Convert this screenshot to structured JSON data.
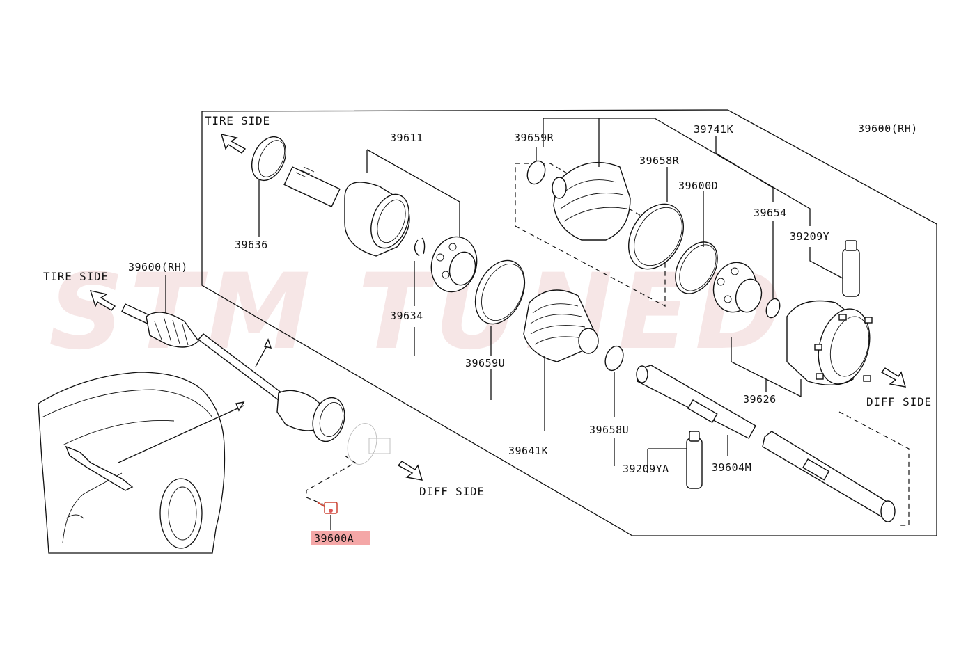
{
  "watermark": "STM TUNED",
  "colors": {
    "highlight": "#f4a7a7",
    "line": "#111111",
    "watermark": "#f6e4e4"
  },
  "labels": {
    "tire_side_top": "TIRE SIDE",
    "tire_side_left": "TIRE SIDE",
    "diff_side_right": "DIFF SIDE",
    "diff_side_bottom": "DIFF SIDE",
    "p39611": "39611",
    "p39636": "39636",
    "p39634": "39634",
    "p39659R": "39659R",
    "p39658R": "39658R",
    "p39741K": "39741K",
    "p39600RH_top": "39600(RH)",
    "p39600D": "39600D",
    "p39654": "39654",
    "p39209Y": "39209Y",
    "p39626": "39626",
    "p39659U": "39659U",
    "p39641K": "39641K",
    "p39658U": "39658U",
    "p39209YA": "39209YA",
    "p39604M": "39604M",
    "p39600RH_left": "39600(RH)",
    "p39600A": "39600A"
  }
}
